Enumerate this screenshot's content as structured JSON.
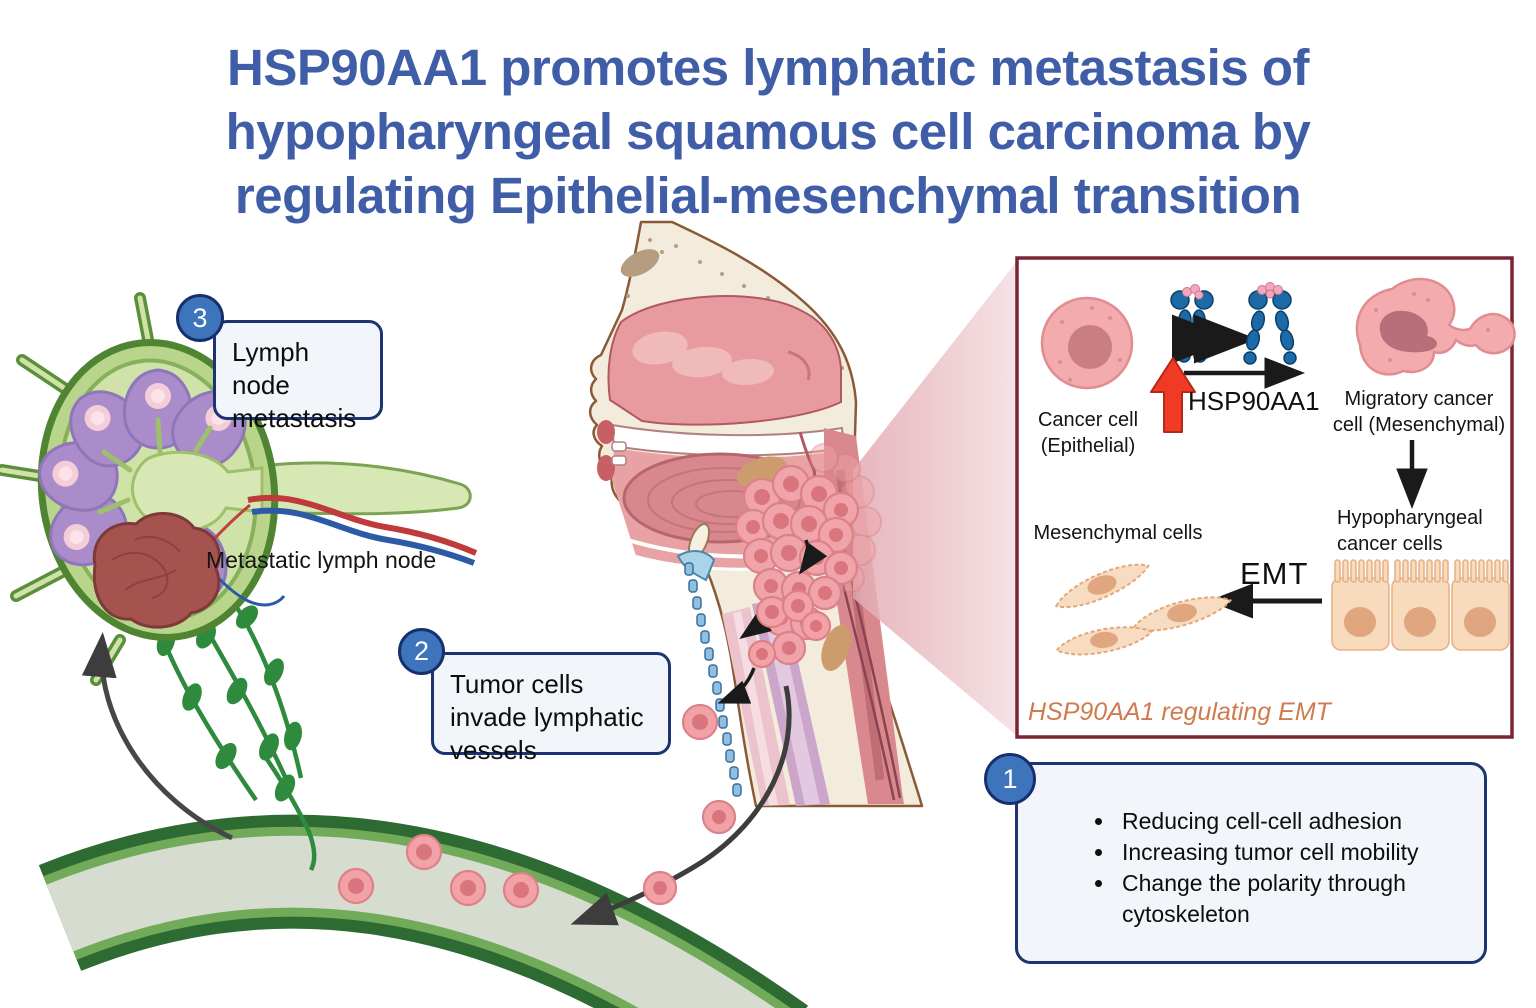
{
  "title": {
    "lines": [
      "HSP90AA1 promotes lymphatic metastasis of",
      "hypopharyngeal squamous cell carcinoma by",
      "regulating Epithelial-mesenchymal transition"
    ]
  },
  "steps": {
    "step1": {
      "number": "1",
      "bullets": [
        "Reducing cell-cell adhesion",
        "Increasing tumor cell mobility",
        "Change the polarity through cytoskeleton"
      ]
    },
    "step2": {
      "number": "2",
      "label": "Tumor cells invade lymphatic vessels"
    },
    "step3": {
      "number": "3",
      "label": "Lymph node metastasis"
    }
  },
  "annotations": {
    "metastatic_lymph_node": "Metastatic lymph node"
  },
  "emt_panel": {
    "cancer_cell_label_lines": [
      "Cancer cell",
      "(Epithelial)"
    ],
    "hsp90aa1_label": "HSP90AA1",
    "migratory_label_lines": [
      "Migratory cancer",
      "cell (Mesenchymal)"
    ],
    "mesenchymal_cells_label": "Mesenchymal cells",
    "emt_label": "EMT",
    "hypopharyngeal_label_lines": [
      "Hypopharyngeal",
      "cancer cells"
    ],
    "caption": "HSP90AA1 regulating EMT"
  },
  "colors": {
    "title_blue": "#3f5ea7",
    "badge_fill": "#3d74bc",
    "badge_ring": "#16306e",
    "callout_bg": "#f2f6fb",
    "callout_border": "#1c3472",
    "panel_border": "#7b2433",
    "caption_orange": "#cf7b4e",
    "beam_pink": "#e6b3ba",
    "tumor_cell_pink": "#f0a3a8",
    "tumor_nucleus": "#d9757d",
    "vessel_green_dark": "#2e6b33",
    "vessel_green_light": "#71ab59",
    "vessel_lumen": "#d6dcd0",
    "lymph_node_green": "#b9d48b",
    "follicle_purple": "#a98cc9",
    "metastasis_red": "#a6534f",
    "hsp90_blue": "#1c6aa8",
    "up_arrow_red": "#f13a23",
    "epithelial_peach": "#f8dabc"
  }
}
